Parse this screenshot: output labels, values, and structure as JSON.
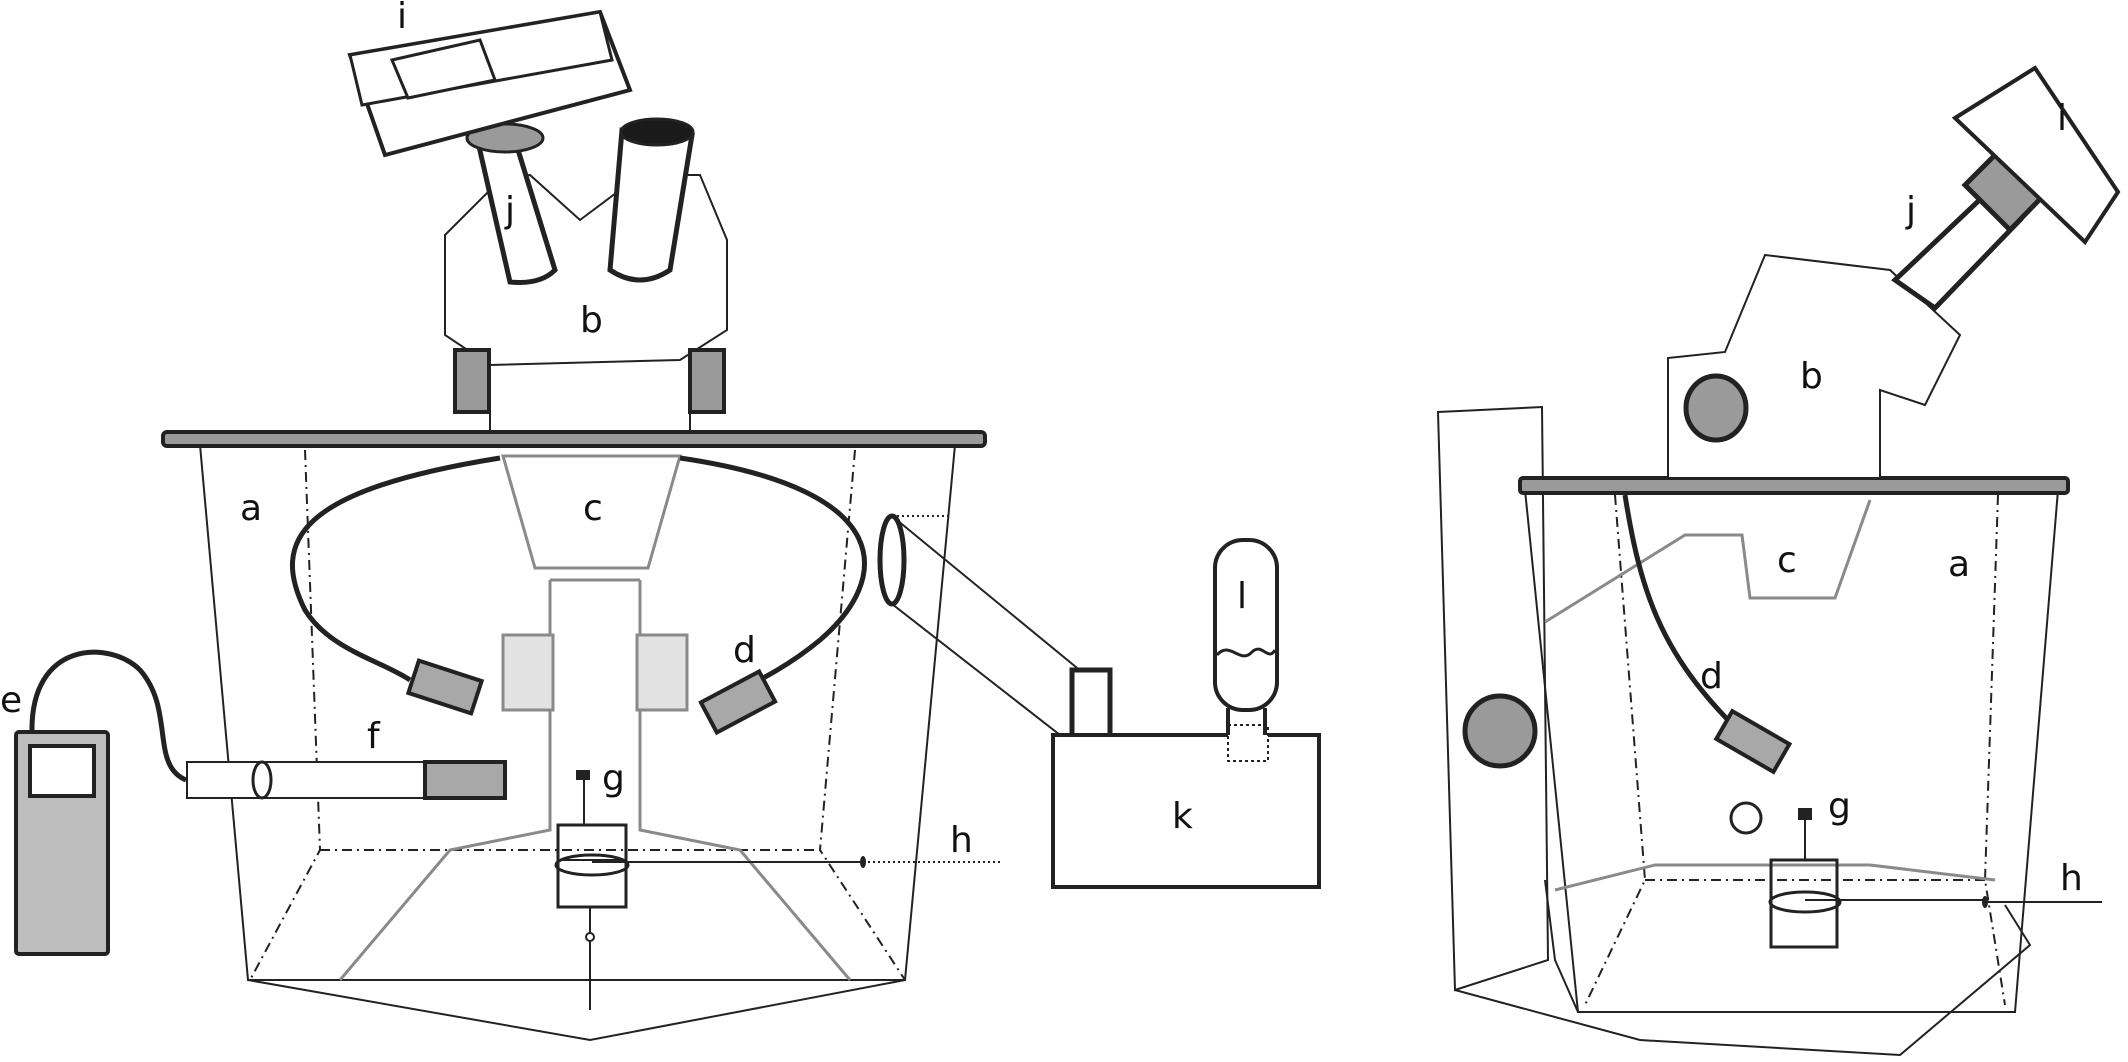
{
  "labels": {
    "a": "a",
    "b": "b",
    "c": "c",
    "d": "d",
    "e": "e",
    "f": "f",
    "g": "g",
    "h": "h",
    "i": "i",
    "j": "j",
    "k": "k",
    "l": "l"
  },
  "colors": {
    "line": "#222222",
    "light_grey": "#8a8a8a",
    "panel_grey": "#bdbdbd",
    "part_grey": "#9a9a9a",
    "dark": "#1a1a1a"
  }
}
